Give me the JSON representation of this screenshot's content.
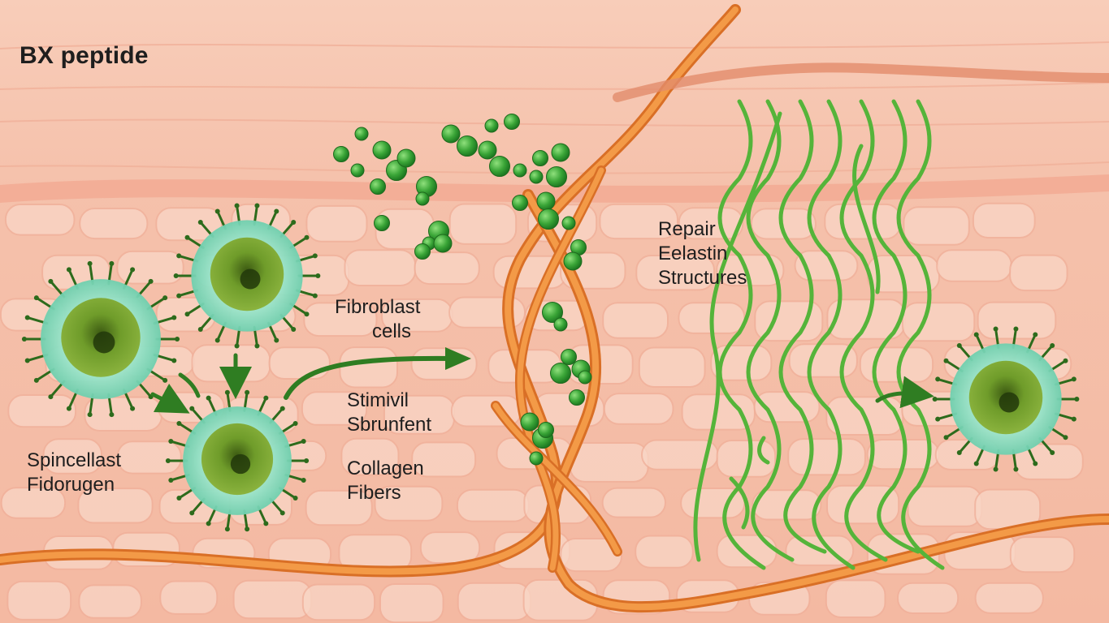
{
  "diagram": {
    "title": "BX peptide",
    "labels": {
      "fibroblast": [
        "Fibroblast",
        "cells"
      ],
      "stimulus": [
        "Stimivil",
        "Sbrunfent"
      ],
      "collagen": [
        "Collagen",
        "Fibers"
      ],
      "repair": [
        "Repair",
        "Eelastin",
        "Structures"
      ],
      "left_cell": [
        "Spincellast",
        "Fidorugen"
      ]
    },
    "icons": {
      "cell": "fibroblast-cell-icon",
      "peptide": "peptide-sphere-icon",
      "arrow": "arrow-icon",
      "collagen_fiber": "collagen-fiber-icon",
      "elastin_fiber": "elastin-fiber-icon"
    },
    "colors": {
      "skin_background": "#f6c7b4",
      "skin_cells": "#f9d6c6",
      "cell_halo": "#9ee6cc",
      "cell_core": "#6f9c2a",
      "peptide_green": "#3aa537",
      "collagen_orange": "#ee8432",
      "elastin_green": "#55b43a",
      "arrow_green": "#2f7d22",
      "text": "#1e1e1e"
    }
  }
}
